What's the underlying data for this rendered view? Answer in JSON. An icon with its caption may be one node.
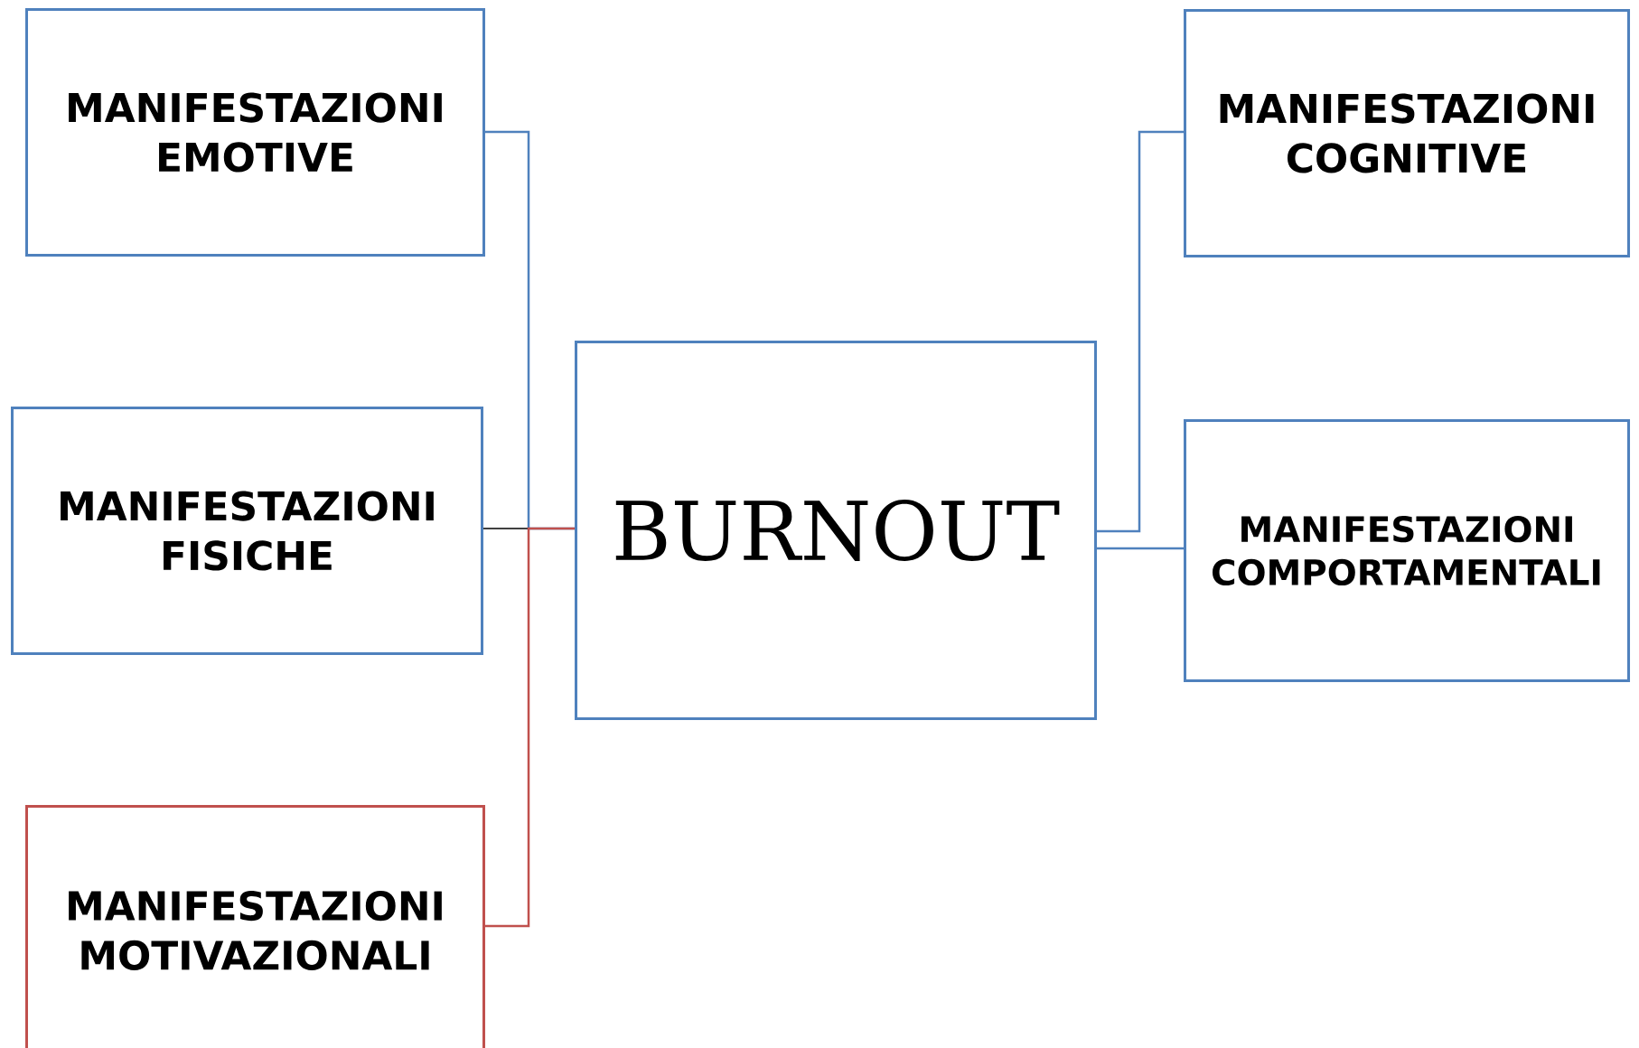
{
  "diagram": {
    "nodes": [
      {
        "text": [
          "MANIFESTAZIONI EMOTIVE"
        ]
      },
      {
        "text": [
          "MANIFESTAZIONI FISICHE"
        ]
      },
      {
        "text": [
          "MANIFESTAZIONI MOTIVAZIONALI"
        ]
      },
      {
        "text": [
          "BURNOUT"
        ]
      },
      {
        "text": [
          "MANIFESTAZIONI COGNITIVE"
        ]
      },
      {
        "text": [
          "MANIFESTAZIONI COMPORTAMENTALI"
        ]
      }
    ],
    "edges": [
      {
        "from": 0,
        "to": 3,
        "arrow": "none"
      },
      {
        "from": 1,
        "to": 3,
        "arrow": "none",
        "color": "#000000"
      },
      {
        "from": 2,
        "to": 3,
        "arrow": "none",
        "color": "#c0504d"
      },
      {
        "from": 3,
        "to": 4,
        "arrow": "none"
      },
      {
        "from": 3,
        "to": 5,
        "arrow": "none"
      }
    ]
  }
}
